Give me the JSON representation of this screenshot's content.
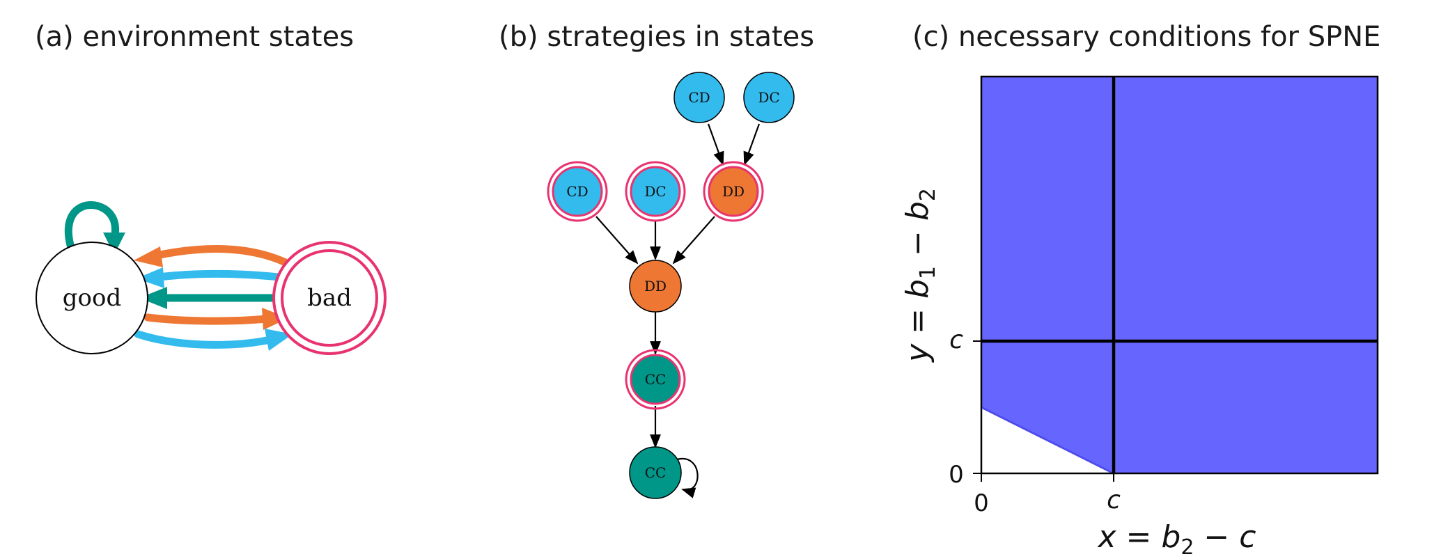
{
  "colors": {
    "cooperate_teal": "#009688",
    "defect_orange": "#EE7733",
    "mixed_sky": "#33BBEE",
    "bad_ring": "#E8336F",
    "region_blue": "#6666FF"
  },
  "panel_a": {
    "title": "(a) environment states",
    "nodes": {
      "good": "good",
      "bad": "bad"
    }
  },
  "panel_b": {
    "title": "(b) strategies in states",
    "nodes": {
      "top_cd": "CD",
      "top_dc": "DC",
      "mid_cd": "CD",
      "mid_dc": "DC",
      "mid_dd": "DD",
      "center_dd": "DD",
      "lower_cc": "CC",
      "bottom_cc": "CC"
    }
  },
  "panel_c": {
    "title": "(c) necessary conditions for SPNE",
    "x_ticks": [
      "0",
      "c"
    ],
    "y_ticks": [
      "0",
      "c"
    ],
    "x_label": {
      "main": "x = b",
      "sub": "2",
      "rest": " − c"
    },
    "y_label": {
      "main": "y = b",
      "sub1": "1",
      "mid": " − b",
      "sub2": "2"
    }
  }
}
